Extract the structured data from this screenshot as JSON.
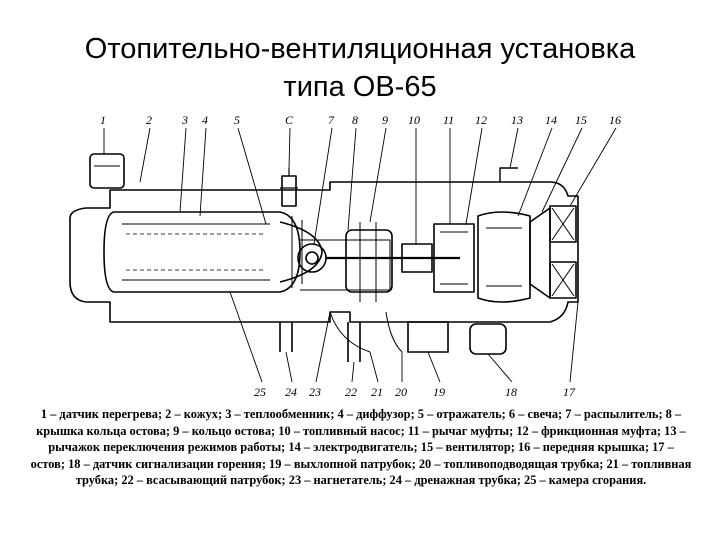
{
  "title": {
    "line1": "Отопительно-вентиляционная установка",
    "line2": "типа ОВ-65"
  },
  "callouts": {
    "top": [
      "1",
      "2",
      "3",
      "4",
      "5",
      "С",
      "7",
      "8",
      "9",
      "10",
      "11",
      "12",
      "13",
      "14",
      "15",
      "16"
    ],
    "bottom": [
      "25",
      "24",
      "23",
      "22",
      "21",
      "20",
      "19",
      "18",
      "17"
    ]
  },
  "legend": "1 – датчик перегрева; 2 – кожух; 3 – теплообменник; 4 – диффузор; 5 – отражатель; 6 – свеча; 7 – распылитель; 8 – крышка кольца остова; 9 – кольцо остова; 10 – топливный насос; 11 – рычаг муфты; 12 – фрикционная муфта; 13 – рычажок переключения режимов работы; 14 – электродвигатель; 15 – вентилятор; 16 – передняя крышка; 17 – остов; 18 – датчик сигнализации горения; 19 – выхлопной патрубок; 20 – топливоподводящая трубка; 21 – топливная трубка; 22 – всасывающий патрубок; 23 – нагнетатель; 24 – дренажная трубка; 25 – камера сгорания.",
  "colors": {
    "ink": "#000000",
    "background": "#ffffff"
  }
}
